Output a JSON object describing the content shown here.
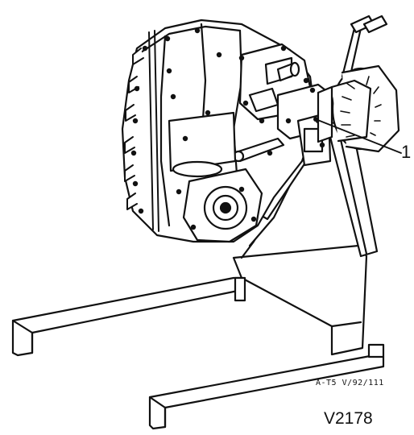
{
  "callout": {
    "number": "1"
  },
  "references": {
    "source_code": "A-T5 V/92/111",
    "figure_id": "V2178"
  }
}
